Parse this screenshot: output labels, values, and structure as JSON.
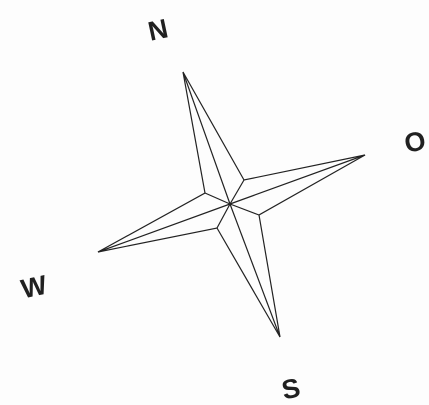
{
  "compass": {
    "labels": {
      "north": "N",
      "east": "O",
      "south": "S",
      "west": "W"
    },
    "colors": {
      "background": "#fdfdfd",
      "stroke": "#222222",
      "label": "#202020"
    }
  }
}
